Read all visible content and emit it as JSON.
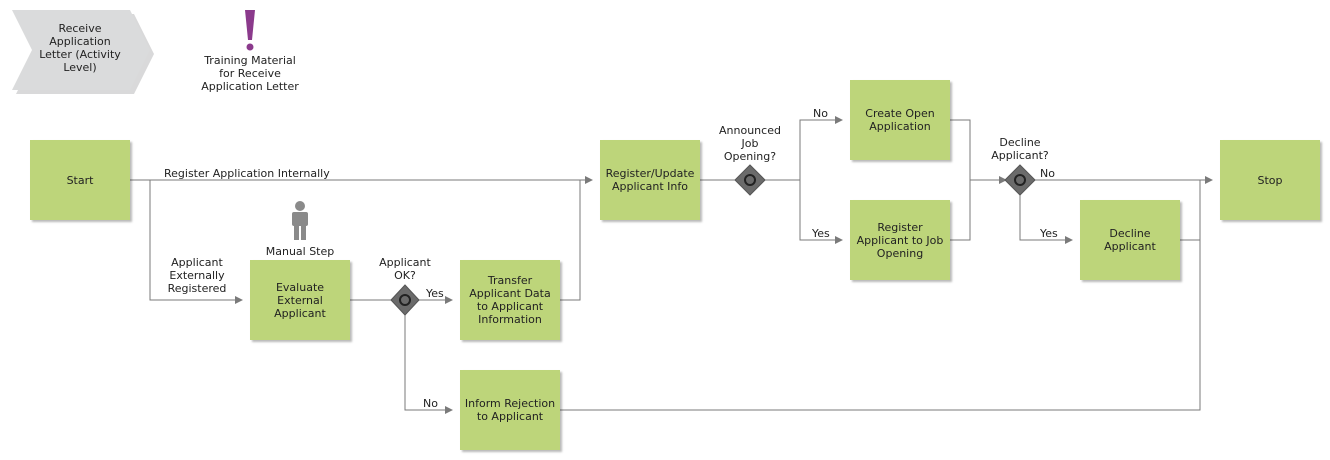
{
  "colors": {
    "task_fill": "#bdd57a",
    "chevron_fill": "#dadbdc",
    "connector": "#7a7a7a",
    "gateway_fill": "#6b6b6b",
    "info_mark": "#8b3a8c",
    "person_icon": "#8a8a8a"
  },
  "process_interface": {
    "label": "Receive\nApplication\nLetter (Activity\nLevel)"
  },
  "information": {
    "icon": "exclamation-icon",
    "label": "Training Material\nfor Receive\nApplication Letter"
  },
  "role": {
    "icon": "person-icon",
    "label": "Manual Step"
  },
  "nodes": {
    "start": "Start",
    "evaluate": "Evaluate\nExternal\nApplicant",
    "transfer": "Transfer\nApplicant Data\nto Applicant\nInformation",
    "inform": "Inform Rejection\nto Applicant",
    "register_update": "Register/Update\nApplicant Info",
    "create_open": "Create Open\nApplication",
    "register_job": "Register\nApplicant to Job\nOpening",
    "decline": "Decline\nApplicant",
    "stop": "Stop"
  },
  "gateways": {
    "applicant_ok": "Applicant\nOK?",
    "announced": "Announced\nJob\nOpening?",
    "decline_q": "Decline\nApplicant?"
  },
  "edges": {
    "register_internally": "Register Application Internally",
    "externally_registered": "Applicant\nExternally\nRegistered",
    "ok_yes": "Yes",
    "ok_no": "No",
    "announced_no": "No",
    "announced_yes": "Yes",
    "decline_no": "No",
    "decline_yes": "Yes"
  }
}
